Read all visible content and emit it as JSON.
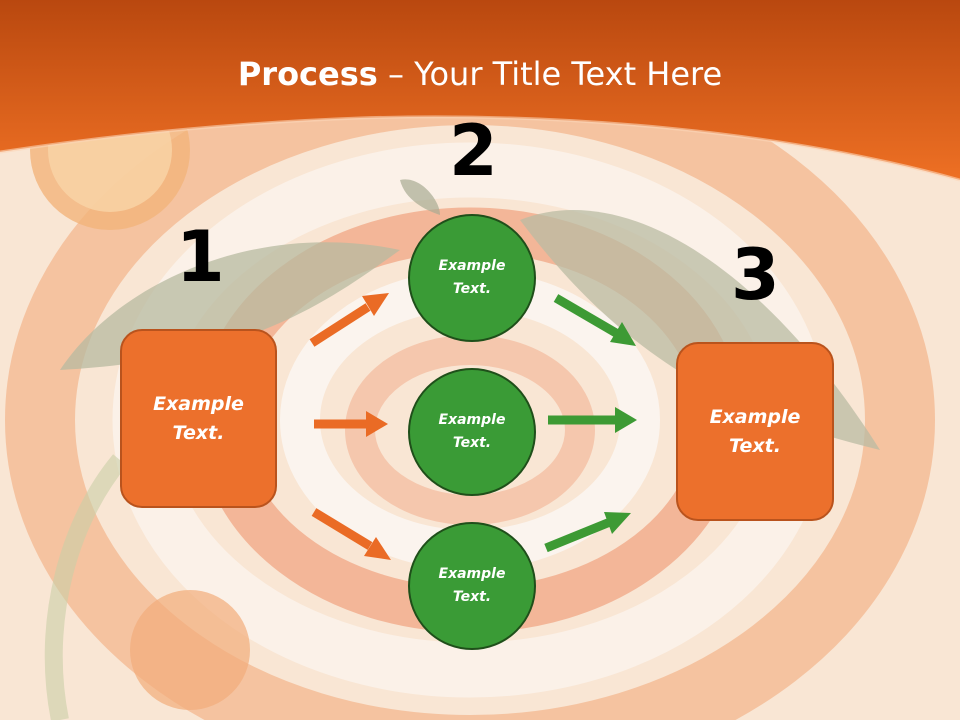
{
  "slide": {
    "title_bold": "Process",
    "title_rest": " – Your Title Text Here"
  },
  "steps": {
    "one": "1",
    "two": "2",
    "three": "3"
  },
  "left_box": {
    "line1": "Example",
    "line2": "Text."
  },
  "right_box": {
    "line1": "Example",
    "line2": "Text."
  },
  "circles": [
    {
      "line1": "Example",
      "line2": "Text."
    },
    {
      "line1": "Example",
      "line2": "Text."
    },
    {
      "line1": "Example",
      "line2": "Text."
    }
  ],
  "colors": {
    "header": "#e9661f",
    "orange_box": "#ec702c",
    "green_circle": "#3a9b36",
    "orange_arrow": "#ea6b25",
    "green_arrow": "#3d9a34"
  }
}
